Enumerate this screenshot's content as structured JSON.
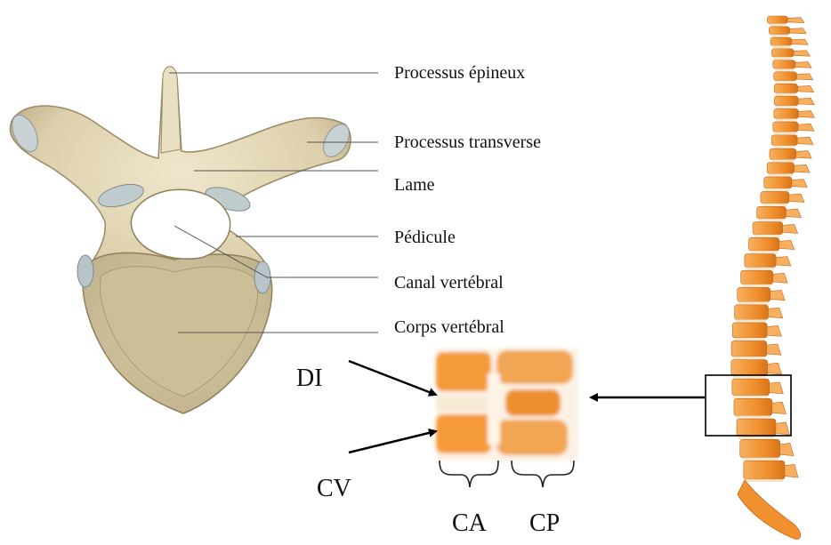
{
  "labels": {
    "spinous_process": "Processus épineux",
    "transverse_process": "Processus transverse",
    "lamina": "Lame",
    "pedicle": "Pédicule",
    "vertebral_canal": "Canal vertébral",
    "vertebral_body": "Corps vertébral",
    "di": "DI",
    "cv": "CV",
    "ca": "CA",
    "cp": "CP"
  },
  "colors": {
    "bone": "#e4d8b8",
    "bone_shadow": "#b9a982",
    "cartilage": "#b8c4c8",
    "spine_orange": "#f0902e",
    "spine_light": "#f7b060",
    "disc": "#f3e6cf",
    "leader_line": "#555555",
    "text": "#111111"
  }
}
